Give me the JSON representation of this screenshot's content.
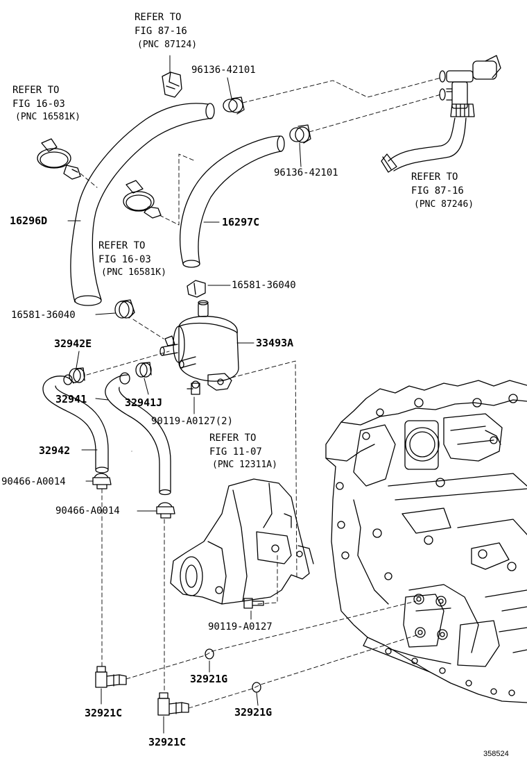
{
  "diagram": {
    "catalog_number": "358524",
    "references": [
      {
        "id": "ref-87124",
        "line1": "REFER TO",
        "line2": "FIG 87-16",
        "line3": "(PNC 87124)"
      },
      {
        "id": "ref-16581k-top",
        "line1": "REFER TO",
        "line2": "FIG 16-03",
        "line3": "(PNC 16581K)"
      },
      {
        "id": "ref-87246",
        "line1": "REFER TO",
        "line2": "FIG 87-16",
        "line3": "(PNC 87246)"
      },
      {
        "id": "ref-16581k-mid",
        "line1": "REFER TO",
        "line2": "FIG 16-03",
        "line3": "(PNC 16581K)"
      },
      {
        "id": "ref-12311a",
        "line1": "REFER TO",
        "line2": "FIG 11-07",
        "line3": "(PNC 12311A)"
      }
    ],
    "parts": [
      {
        "id": "p-96136-a",
        "text": "96136-42101"
      },
      {
        "id": "p-96136-b",
        "text": "96136-42101"
      },
      {
        "id": "p-16296d",
        "text": "16296D"
      },
      {
        "id": "p-16297c",
        "text": "16297C"
      },
      {
        "id": "p-16581-a",
        "text": "16581-36040"
      },
      {
        "id": "p-16581-b",
        "text": "16581-36040"
      },
      {
        "id": "p-32942e",
        "text": "32942E"
      },
      {
        "id": "p-33493a",
        "text": "33493A"
      },
      {
        "id": "p-32941",
        "text": "32941"
      },
      {
        "id": "p-32941j",
        "text": "32941J"
      },
      {
        "id": "p-90119-2",
        "text": "90119-A0127(2)"
      },
      {
        "id": "p-32942",
        "text": "32942"
      },
      {
        "id": "p-90466-a",
        "text": "90466-A0014"
      },
      {
        "id": "p-90466-b",
        "text": "90466-A0014"
      },
      {
        "id": "p-90119",
        "text": "90119-A0127"
      },
      {
        "id": "p-32921g-a",
        "text": "32921G"
      },
      {
        "id": "p-32921g-b",
        "text": "32921G"
      },
      {
        "id": "p-32921c-a",
        "text": "32921C"
      },
      {
        "id": "p-32921c-b",
        "text": "32921C"
      }
    ]
  }
}
